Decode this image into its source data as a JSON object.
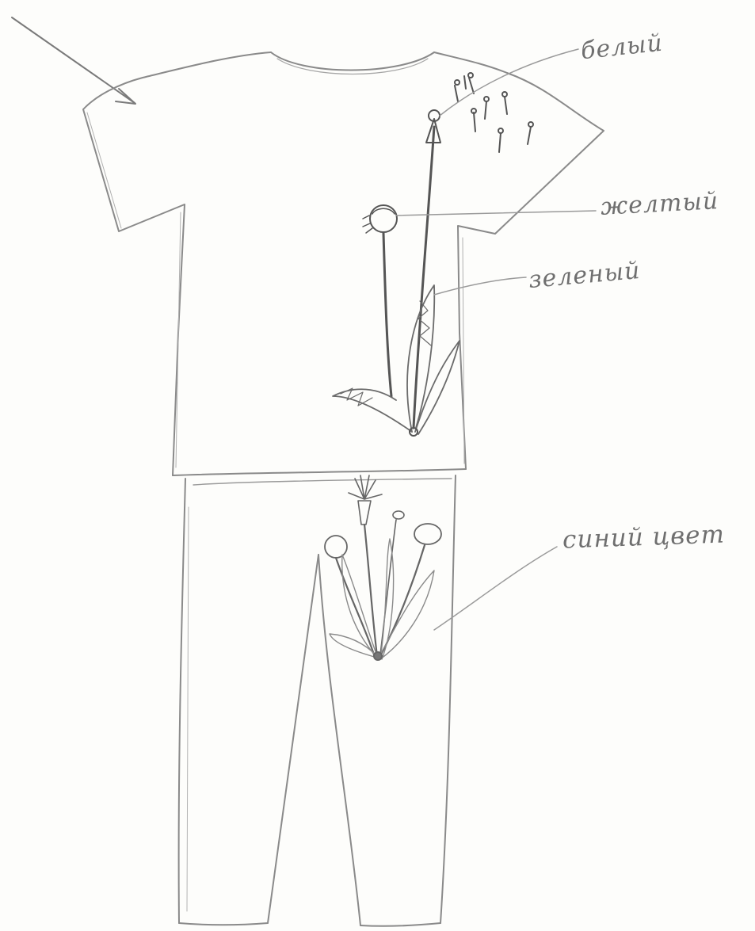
{
  "annotations": {
    "white": "белый",
    "yellow": "желтый",
    "green": "зеленый",
    "blue": "синий цвет"
  },
  "colors": {
    "paper": "#fdfdfb",
    "pencil_outline": "#8a8a8a",
    "pencil_dark": "#555555",
    "handwriting": "#6f6f6f"
  }
}
